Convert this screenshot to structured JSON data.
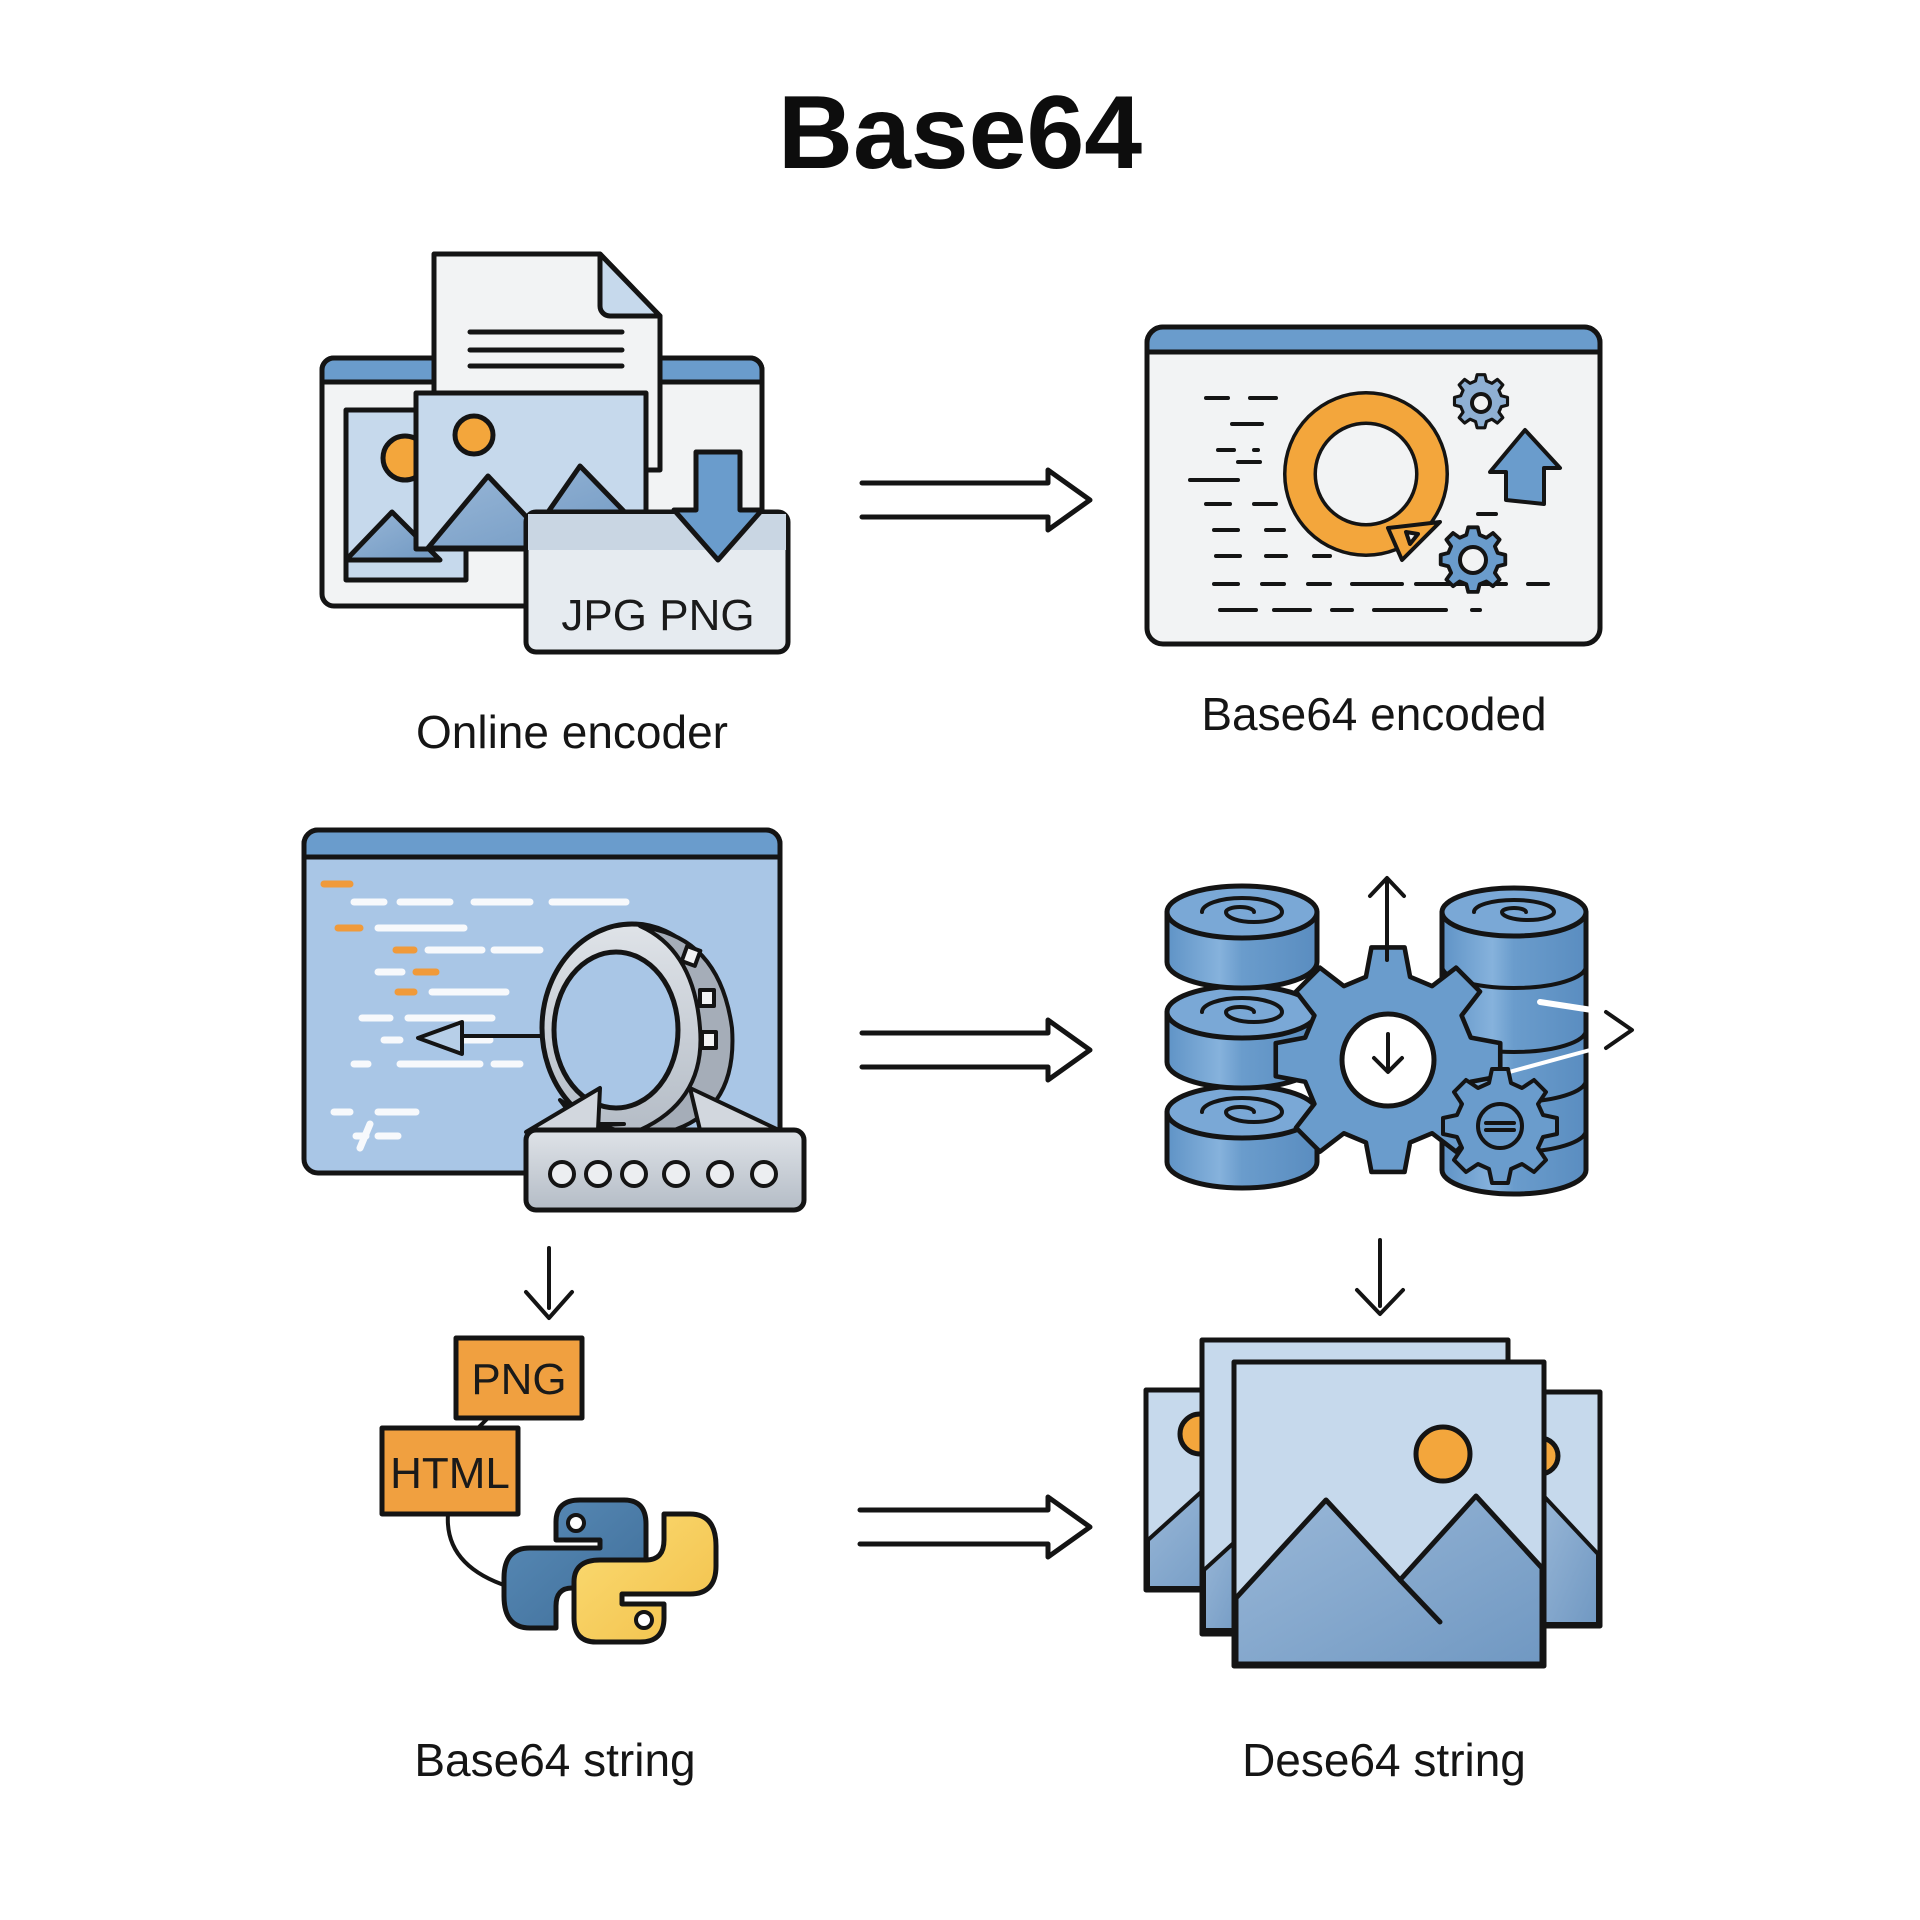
{
  "title": "Base64",
  "steps": [
    {
      "id": "online-encoder",
      "label": "Online encoder",
      "badge": "JPG PNG"
    },
    {
      "id": "base64-encoded",
      "label": "Base64 encoded"
    },
    {
      "id": "encoder-machine",
      "label": ""
    },
    {
      "id": "database-processing",
      "label": ""
    },
    {
      "id": "base64-string",
      "label": "Base64 string",
      "tags": [
        "PNG",
        "HTML"
      ]
    },
    {
      "id": "decoded-images",
      "label": "Dese64 string"
    }
  ],
  "flow": [
    {
      "from": "online-encoder",
      "to": "base64-encoded",
      "arrow": "double-right"
    },
    {
      "from": "encoder-machine",
      "to": "database-processing",
      "arrow": "double-right"
    },
    {
      "from": "base64-string",
      "to": "decoded-images",
      "arrow": "double-right"
    },
    {
      "from": "encoder-machine",
      "to": "base64-string",
      "arrow": "down"
    },
    {
      "from": "database-processing",
      "to": "decoded-images",
      "arrow": "down"
    }
  ],
  "colors": {
    "blue": "#6a9ccc",
    "light_blue": "#c6d9ec",
    "mid_blue": "#8fb0d3",
    "orange": "#f3a63c",
    "tag_orange": "#f0a040",
    "python_blue": "#4a7aa6",
    "python_yellow": "#f6cd5c",
    "gray": "#c7ccd3",
    "panel": "#f2f3f4"
  }
}
